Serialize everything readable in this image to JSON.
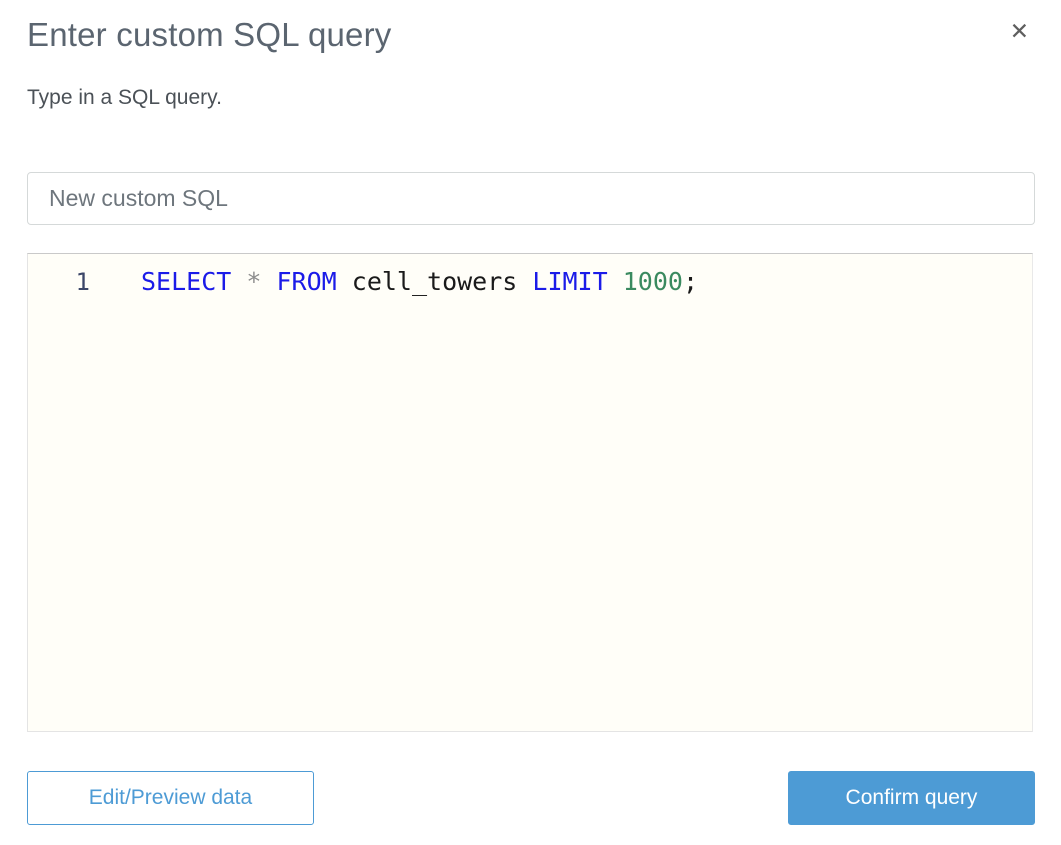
{
  "dialog": {
    "title": "Enter custom SQL query",
    "subtitle": "Type in a SQL query.",
    "close_icon": "✕"
  },
  "name_input": {
    "value": "New custom SQL"
  },
  "editor": {
    "line_number": "1",
    "full_query": "SELECT * FROM cell_towers LIMIT 1000;",
    "code_line": {
      "tokens": [
        {
          "text": "SELECT",
          "type": "keyword"
        },
        {
          "text": " ",
          "type": "plain"
        },
        {
          "text": "*",
          "type": "operator"
        },
        {
          "text": " ",
          "type": "plain"
        },
        {
          "text": "FROM",
          "type": "keyword"
        },
        {
          "text": " cell_towers ",
          "type": "plain"
        },
        {
          "text": "LIMIT",
          "type": "keyword"
        },
        {
          "text": " ",
          "type": "plain"
        },
        {
          "text": "1000",
          "type": "number"
        },
        {
          "text": ";",
          "type": "plain"
        }
      ]
    }
  },
  "footer": {
    "edit_preview_label": "Edit/Preview data",
    "confirm_label": "Confirm query"
  },
  "colors": {
    "accent_blue": "#4d9bd5",
    "keyword_blue": "#1b1be8",
    "number_green": "#3a8a5f",
    "operator_gray": "#8c8c8c",
    "title_gray": "#5b6570",
    "editor_background": "#fffef8"
  }
}
